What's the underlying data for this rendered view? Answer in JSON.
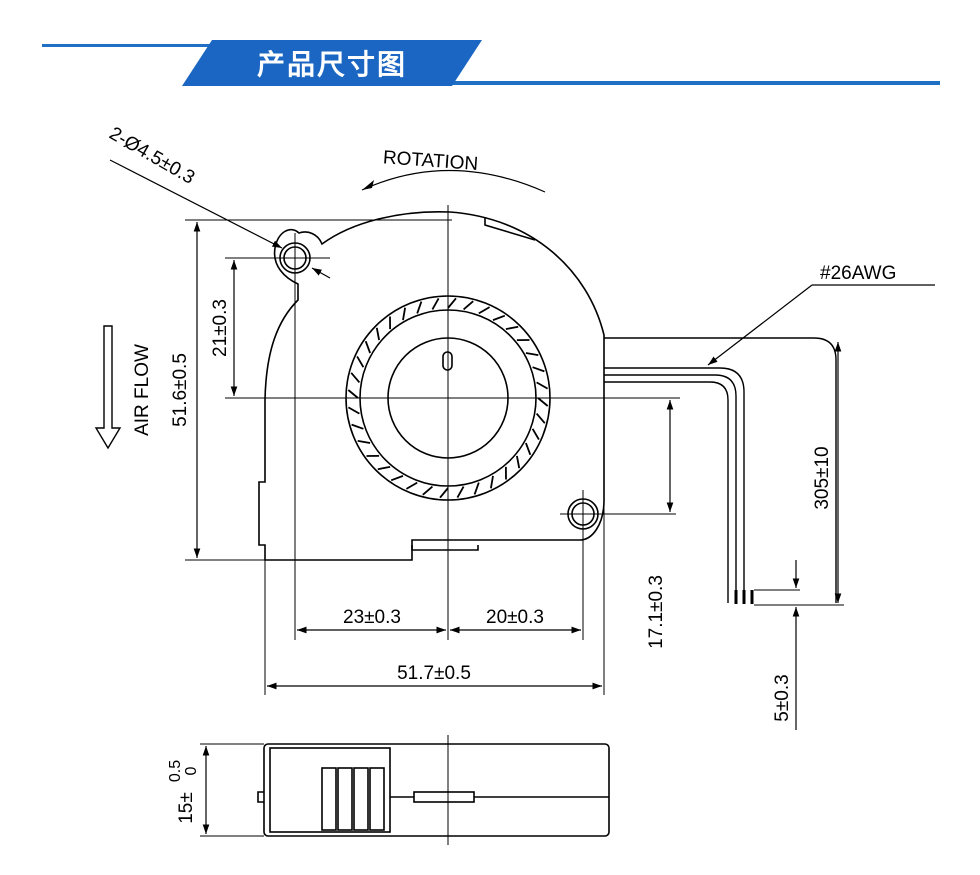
{
  "header": {
    "title": "产品尺寸图"
  },
  "labels": {
    "hole": "2-Ø4.5±0.3",
    "rotation": "ROTATION",
    "wire": "#26AWG",
    "airflow": "AIR FLOW",
    "height": "51.6±0.5",
    "hole_offset": "21±0.3",
    "wire_length": "305±10",
    "hole_y": "17.1±0.3",
    "strip": "5±0.3",
    "left_dim": "23±0.3",
    "right_dim": "20±0.3",
    "width": "51.7±0.5",
    "thickness_base": "15±",
    "thickness_upper": "0.5",
    "thickness_lower": "0"
  },
  "colors": {
    "banner": "#1a66c2",
    "accent_line": "#1f6fc4",
    "stroke": "#000000"
  }
}
